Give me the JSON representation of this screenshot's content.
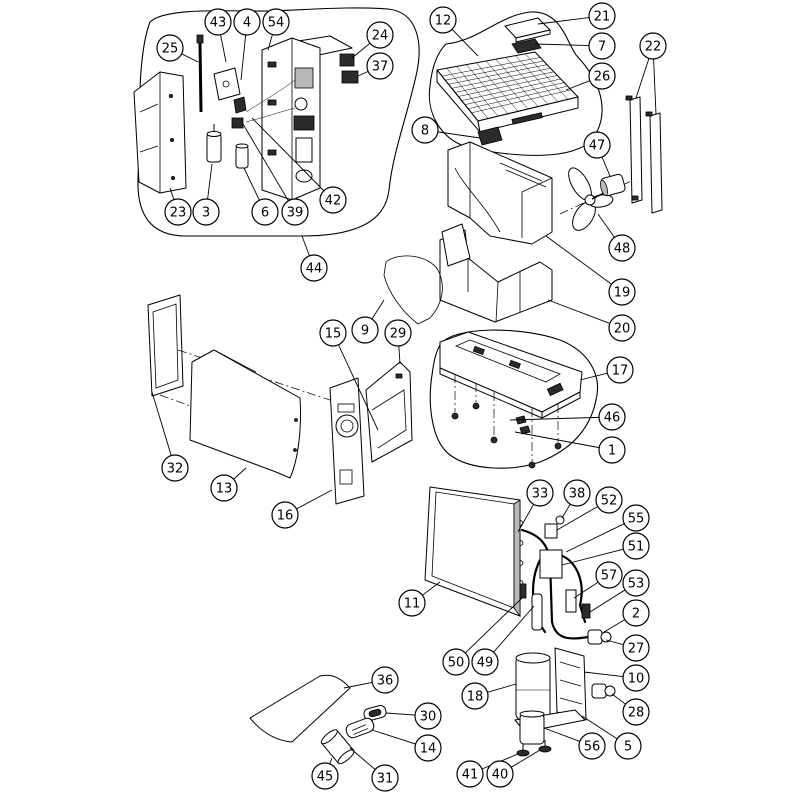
{
  "callouts": [
    "43",
    "4",
    "54",
    "25",
    "24",
    "37",
    "23",
    "3",
    "6",
    "39",
    "42",
    "44",
    "12",
    "21",
    "7",
    "22",
    "26",
    "8",
    "47",
    "48",
    "19",
    "20",
    "9",
    "15",
    "29",
    "17",
    "46",
    "1",
    "32",
    "13",
    "16",
    "33",
    "38",
    "52",
    "55",
    "51",
    "57",
    "53",
    "11",
    "2",
    "27",
    "10",
    "50",
    "49",
    "18",
    "28",
    "5",
    "56",
    "41",
    "40",
    "36",
    "30",
    "14",
    "45",
    "31"
  ],
  "colors": {
    "line": "#000000",
    "background": "#ffffff"
  }
}
